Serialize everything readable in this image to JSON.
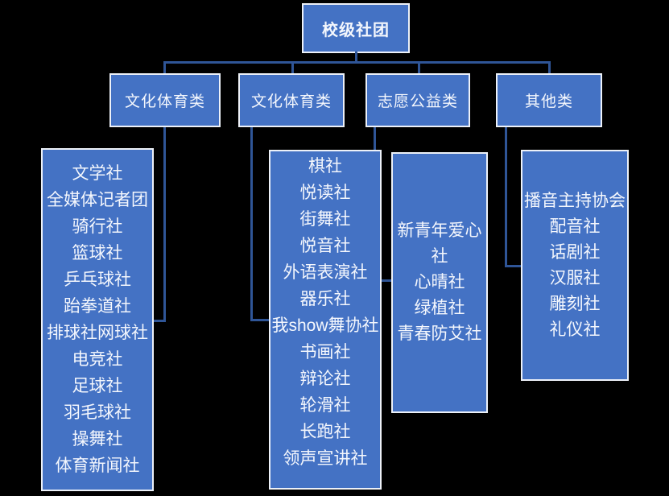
{
  "title": "校级社团",
  "colors": {
    "background": "#000000",
    "box_fill": "#4472C4",
    "box_border": "#EDF1F8",
    "connector": "#2F5597",
    "text": "#F4F7FD"
  },
  "categories": [
    {
      "label": "文化体育类",
      "members": [
        "文学社",
        "全媒体记者团",
        "骑行社",
        "篮球社",
        "乒乓球社",
        "跆拳道社",
        "排球社网球社",
        "电竞社",
        "足球社",
        "羽毛球社",
        "操舞社",
        "体育新闻社"
      ]
    },
    {
      "label": "文化体育类",
      "members": [
        "棋社",
        "悦读社",
        "街舞社",
        "悦音社",
        "外语表演社",
        "器乐社",
        "我show舞协社",
        "书画社",
        "辩论社",
        "轮滑社",
        "长跑社",
        "领声宣讲社"
      ]
    },
    {
      "label": "志愿公益类",
      "members": [
        "新青年爱心社",
        "心晴社",
        "绿植社",
        "青春防艾社"
      ]
    },
    {
      "label": "其他类",
      "members": [
        "播音主持协会",
        "配音社",
        "话剧社",
        "汉服社",
        "雕刻社",
        "礼仪社"
      ]
    }
  ]
}
